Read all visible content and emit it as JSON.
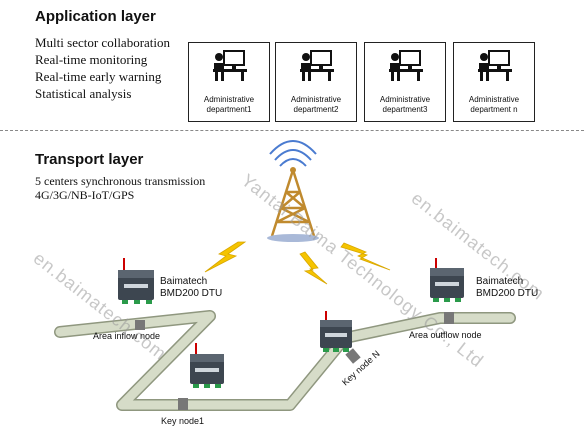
{
  "application_layer": {
    "title": "Application layer",
    "bullets": [
      "Multi sector collaboration",
      "Real-time monitoring",
      "Real-time early warning",
      "Statistical analysis"
    ],
    "departments": [
      {
        "line1": "Administrative",
        "line2": "department1"
      },
      {
        "line1": "Administrative",
        "line2": "department2"
      },
      {
        "line1": "Administrative",
        "line2": "department3"
      },
      {
        "line1": "Administrative",
        "line2": "department n"
      }
    ]
  },
  "transport_layer": {
    "title": "Transport layer",
    "line1": "5 centers synchronous transmission",
    "line2": "4G/3G/NB-IoT/GPS"
  },
  "devices": {
    "left_brand": "Baimatech",
    "left_model": "BMD200 DTU",
    "right_brand": "Baimatech",
    "right_model": "BMD200 DTU"
  },
  "nodes": {
    "inflow": "Area inflow node",
    "outflow": "Area outflow node",
    "key1": "Key node1",
    "keyN": "Key node N"
  },
  "watermarks": {
    "left": "en.baimatech.com",
    "center": "Yantai Baima Technology Co., Ltd",
    "right": "en.baimatech.com"
  },
  "colors": {
    "pipe": "#d6dcc8",
    "pipe_edge": "#8f977f",
    "lightning": "#f5c400",
    "tower": "#c08a2e"
  }
}
